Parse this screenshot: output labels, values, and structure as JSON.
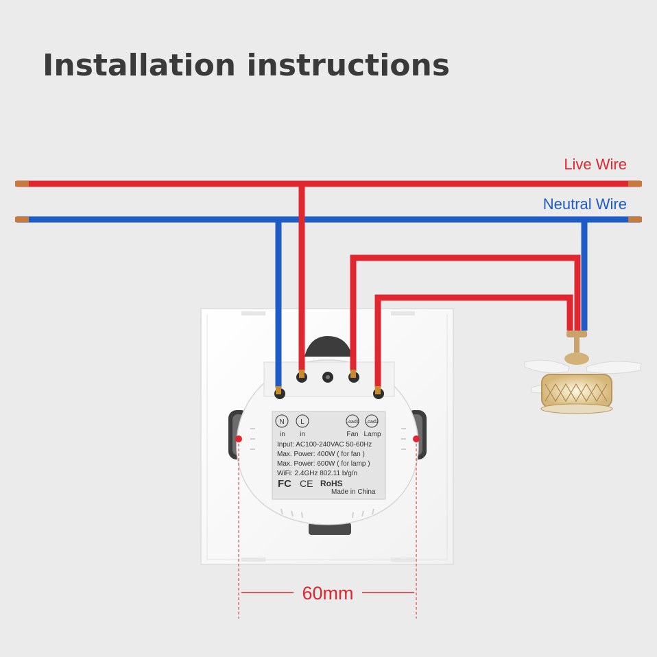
{
  "title": "Installation instructions",
  "wires": {
    "live_label": "Live Wire",
    "neutral_label": "Neutral Wire",
    "live_color": "#e0262e",
    "neutral_color": "#1f5bc7"
  },
  "label_plate": {
    "n": "N",
    "l": "L",
    "n_in": "in",
    "l_in": "in",
    "load1": "Load1",
    "load2": "Load2",
    "fan": "Fan",
    "lamp": "Lamp",
    "spec1": "Input: AC100-240VAC 50-60Hz",
    "spec2": "Max. Power: 400W ( for fan )",
    "spec3": "Max. Power: 600W ( for lamp )",
    "spec4": "WiFi: 2.4GHz 802.11 b/g/n",
    "fc": "FC",
    "ce": "CE",
    "rohs": "RoHS",
    "made_in": "Made in China"
  },
  "dimension": {
    "label": "60mm",
    "color": "#e0262e"
  },
  "icons": [
    "ceiling-fan-lamp-icon",
    "fcc-icon",
    "ce-icon"
  ]
}
